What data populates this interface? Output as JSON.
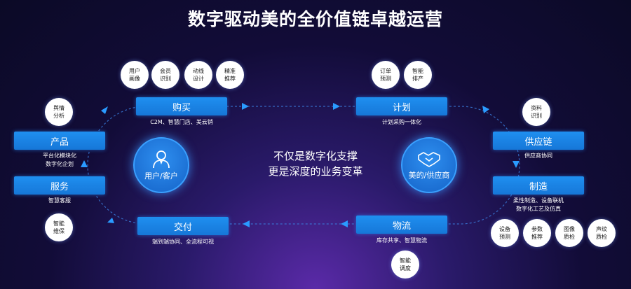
{
  "title": "数字驱动美的全价值链卓越运营",
  "center": {
    "line1": "不仅是数字化支撑",
    "line2": "更是深度的业务变革"
  },
  "hubs": {
    "left": "用户/客户",
    "right": "美的/供应商"
  },
  "stages": {
    "buy": {
      "label": "购买",
      "sub": "C2M、智慧门店、美云销"
    },
    "plan": {
      "label": "计划",
      "sub": "计划采购一体化"
    },
    "supply": {
      "label": "供应链",
      "sub": "供应商协同"
    },
    "make": {
      "label": "制造",
      "sub1": "柔性制造、设备联机",
      "sub2": "数字化工艺及仿真"
    },
    "logistics": {
      "label": "物流",
      "sub": "库存共享、智慧物流"
    },
    "deliver": {
      "label": "交付",
      "sub": "端到端协同、全流程可视"
    },
    "service": {
      "label": "服务",
      "sub": "智慧客服"
    },
    "product": {
      "label": "产品",
      "sub1": "平台化模块化",
      "sub2": "数字化企划"
    }
  },
  "bubbles": {
    "user_portrait": "用户\n画像",
    "member_id": "会员\n识别",
    "dynamic_design": "动线\n设计",
    "precise_recommend": "精准\n推荐",
    "order_forecast": "订单\n预测",
    "smart_scheduling": "智能\n排产",
    "sentiment": "舆情\n分析",
    "material_id": "资料\n识别",
    "smart_maintenance": "智能\n维保",
    "smart_dispatch": "智能\n调度",
    "equip_forecast": "设备\n预测",
    "param_recommend": "参数\n推荐",
    "image_qc": "图像\n质检",
    "acoustic_qc": "声纹\n质检"
  },
  "colors": {
    "accent": "#1f8ff0",
    "background": "#120c38"
  }
}
